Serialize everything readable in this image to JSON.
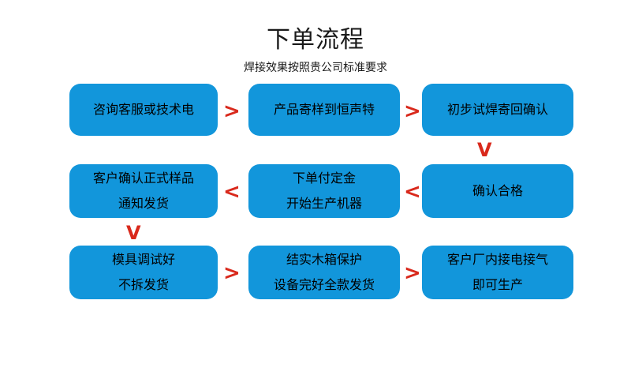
{
  "header": {
    "title": "下单流程",
    "subtitle": "焊接效果按照贵公司标准要求"
  },
  "colors": {
    "node_fill": "#1296db",
    "connector": "#d9291c",
    "background": "#ffffff",
    "text": "#000000"
  },
  "flow": {
    "rows": [
      {
        "nodes": [
          {
            "id": "node-1",
            "lines": [
              "咨询客服或技术电"
            ]
          },
          {
            "id": "node-2",
            "lines": [
              "产品寄样到恒声特"
            ]
          },
          {
            "id": "node-3",
            "lines": [
              "初步试焊寄回确认"
            ]
          }
        ]
      },
      {
        "nodes": [
          {
            "id": "node-6",
            "lines": [
              "客户确认正式样品",
              "通知发货"
            ]
          },
          {
            "id": "node-5",
            "lines": [
              "下单付定金",
              "开始生产机器"
            ]
          },
          {
            "id": "node-4",
            "lines": [
              "确认合格"
            ]
          }
        ]
      },
      {
        "nodes": [
          {
            "id": "node-7",
            "lines": [
              "模具调试好",
              "不拆发货"
            ]
          },
          {
            "id": "node-8",
            "lines": [
              "结实木箱保护",
              "设备完好全款发货"
            ]
          },
          {
            "id": "node-9",
            "lines": [
              "客户厂内接电接气",
              "即可生产"
            ]
          }
        ]
      }
    ],
    "connectors": [
      {
        "id": "connector-row1-1to2",
        "glyph": ">",
        "direction": "right"
      },
      {
        "id": "connector-row1-2to3",
        "glyph": ">",
        "direction": "right"
      },
      {
        "id": "connector-row1-to-row2",
        "glyph": "V",
        "direction": "down"
      },
      {
        "id": "connector-row2-3to2",
        "glyph": "<",
        "direction": "left"
      },
      {
        "id": "connector-row2-2to1",
        "glyph": "<",
        "direction": "left"
      },
      {
        "id": "connector-row2-to-row3",
        "glyph": "V",
        "direction": "down"
      },
      {
        "id": "connector-row3-1to2",
        "glyph": ">",
        "direction": "right"
      },
      {
        "id": "connector-row3-2to3",
        "glyph": ">",
        "direction": "right"
      }
    ]
  }
}
